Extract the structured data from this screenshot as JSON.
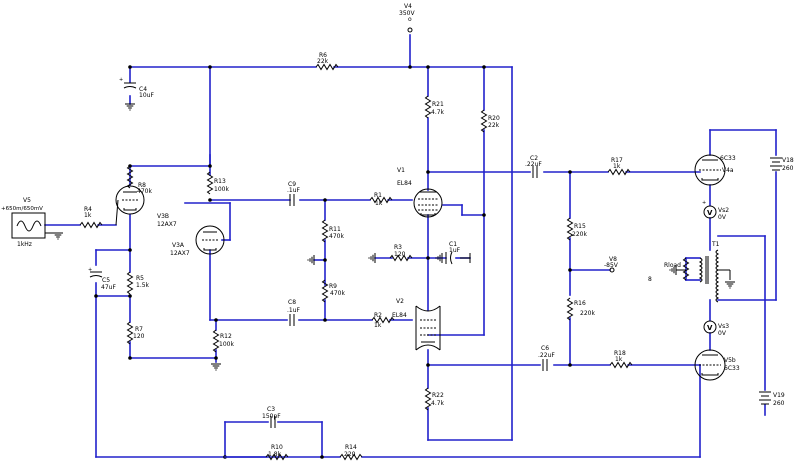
{
  "colors": {
    "wire": "#2222cc",
    "component": "#000000",
    "background": "#ffffff"
  },
  "supply": {
    "name": "V4",
    "value": "350V"
  },
  "input_source": {
    "name": "V5",
    "value": "+650m/650mV",
    "freq": "1kHz"
  },
  "components": {
    "C4": {
      "name": "C4",
      "value": "10uF"
    },
    "R6": {
      "name": "R6",
      "value": "22k"
    },
    "R21": {
      "name": "R21",
      "value": "4.7k"
    },
    "R20": {
      "name": "R20",
      "value": "22k"
    },
    "R4": {
      "name": "R4",
      "value": "1k"
    },
    "R8": {
      "name": "R8",
      "value": "470k"
    },
    "R13": {
      "name": "R13",
      "value": "100k"
    },
    "V3B": {
      "name": "V3B",
      "value": "12AX7"
    },
    "V3A": {
      "name": "V3A",
      "value": "12AX7"
    },
    "C9": {
      "name": "C9",
      "value": ".1uF"
    },
    "R1": {
      "name": "R1",
      "value": "1k"
    },
    "V1": {
      "name": "V1",
      "value": "EL84"
    },
    "C2": {
      "name": "C2",
      "value": ".22uF"
    },
    "R17": {
      "name": "R17",
      "value": "1k"
    },
    "V4a": {
      "name": "6C33",
      "value": "V4a"
    },
    "V18": {
      "name": "V18",
      "value": "260"
    },
    "Vs2": {
      "name": "Vs2",
      "value": "0V"
    },
    "R11": {
      "name": "R11",
      "value": "470k"
    },
    "R3": {
      "name": "R3",
      "value": "120"
    },
    "C1": {
      "name": "C1",
      "value": "1uF"
    },
    "R15": {
      "name": "R15",
      "value": "220k"
    },
    "V8": {
      "name": "V8",
      "value": "-85V"
    },
    "T1": {
      "name": "T1",
      "value": ""
    },
    "Rload": {
      "name": "Rload",
      "value": "8"
    },
    "C5": {
      "name": "C5",
      "value": "47uF"
    },
    "R5": {
      "name": "R5",
      "value": "1.5k"
    },
    "R9": {
      "name": "R9",
      "value": "470k"
    },
    "R16": {
      "name": "R16",
      "value": "220k"
    },
    "C8": {
      "name": "C8",
      "value": ".1uF"
    },
    "R2": {
      "name": "R2",
      "value": "1k"
    },
    "V2": {
      "name": "V2",
      "value": "EL84"
    },
    "R7": {
      "name": "R7",
      "value": "120"
    },
    "R12": {
      "name": "R12",
      "value": "100k"
    },
    "Vs3": {
      "name": "Vs3",
      "value": "0V"
    },
    "C6": {
      "name": "C6",
      "value": ".22uF"
    },
    "R18": {
      "name": "R18",
      "value": "1k"
    },
    "V5b": {
      "name": "V5b",
      "value": "6C33"
    },
    "R22": {
      "name": "R22",
      "value": "4.7k"
    },
    "V19": {
      "name": "V19",
      "value": "260"
    },
    "C3": {
      "name": "C3",
      "value": "150pF"
    },
    "R10": {
      "name": "R10",
      "value": "1.8k"
    },
    "R14": {
      "name": "R14",
      "value": "220"
    }
  }
}
